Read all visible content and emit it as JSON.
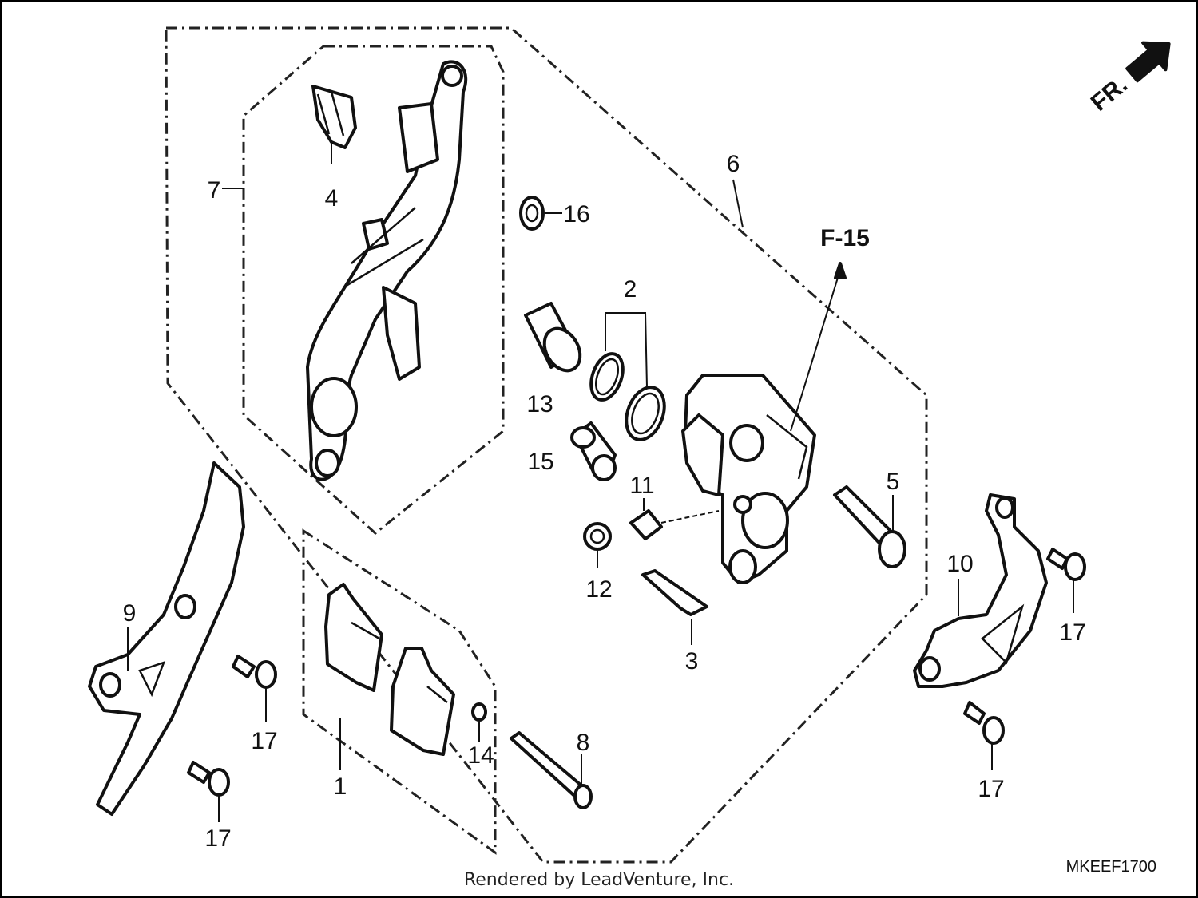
{
  "diagram": {
    "callouts": {
      "c1": "1",
      "c2": "2",
      "c3": "3",
      "c4": "4",
      "c5": "5",
      "c6": "6",
      "c7": "7",
      "c8": "8",
      "c9": "9",
      "c10": "10",
      "c11": "11",
      "c12": "12",
      "c13": "13",
      "c14": "14",
      "c15": "15",
      "c16": "16",
      "c17a": "17",
      "c17b": "17",
      "c17c": "17",
      "c17d": "17"
    },
    "reference": "F-15",
    "direction": "FR.",
    "diagram_code": "MKEEF1700"
  },
  "footer": {
    "credit": "Rendered by LeadVenture, Inc."
  },
  "colors": {
    "line": "#111111",
    "background": "#ffffff"
  }
}
